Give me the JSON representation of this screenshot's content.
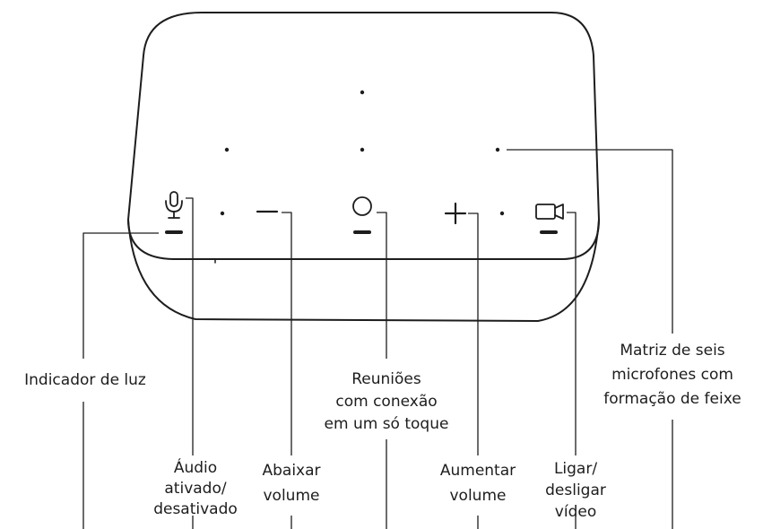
{
  "device": {
    "controls": [
      {
        "name": "microphone",
        "icon": "microphone-icon"
      },
      {
        "name": "volume-down",
        "icon": "minus-icon"
      },
      {
        "name": "one-touch-join",
        "icon": "circle-icon"
      },
      {
        "name": "volume-up",
        "icon": "plus-icon"
      },
      {
        "name": "video",
        "icon": "video-camera-icon"
      }
    ],
    "stroke_color": "#1d1d1d",
    "background": "#ffffff"
  },
  "callouts": {
    "light_indicator": "Indicador de luz",
    "one_touch_join": "Reuniões\ncom conexão\nem um só toque",
    "mic_array": "Matriz de seis\nmicrofones com\nformação de feixe",
    "audio_toggle": "Áudio\nativado/\ndesativado",
    "volume_down": "Abaixar\nvolume",
    "volume_up": "Aumentar\nvolume",
    "video_toggle": "Ligar/\ndesligar\nvídeo"
  }
}
